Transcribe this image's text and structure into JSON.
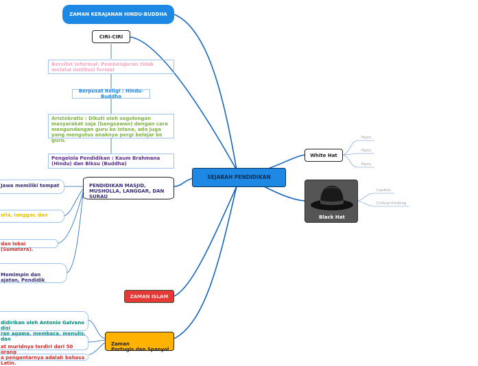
{
  "central": {
    "label": "SEJARAH PENDIDIKAN"
  },
  "nodes": {
    "hindu_buddha": "ZAMAN KERAJANAN HINDU-BUDDHA",
    "ciri_ciri": "CIRI-CIRI",
    "informal": "Bersifat Informal: Pembelajaran tidak melalui institusi formal",
    "religi": "Berpusat Religi : Hindu-Buddha",
    "aristokratis": "Aristokratis : Dikuti oleh segolongan masyarakat saja (bangsawan) dengan cara mengundangan guru ke istana, ada juga yang mengutus anaknya pergi belajar ke guru.",
    "pengelola": "Pengelola Pendidikan : Kaum Brahmana (Hindu) dan Biksu (Buddha)",
    "masjid": "PENDIDIKAN MASJID, MUSHOLLA, LANGGAR, DAN SURAU",
    "left_1": "Jawa memiliki tempat",
    "left_2": "olla, langgar, dan",
    "left_3": "dan lebai (Sumatera).",
    "left_4": "Memimpin dan\najatan, Pendidik",
    "zaman_islam": "ZAMAN ISLAM",
    "portugis": "Zaman\nPortugis dan Spanyol",
    "bottom_1": "didirikan oleh Antonio Galvano disi\nran agama, membaca, menulis, dan",
    "bottom_2": "at muridnya terdiri dari 50 orang\na pengantarnya adalah bahasa Latin."
  },
  "white_hat": {
    "label": "White Hat",
    "facts": [
      "Facts",
      "Facts",
      "Facts"
    ]
  },
  "black_hat": {
    "label": "Black Hat",
    "items": [
      "Caution",
      "Critical thinking"
    ],
    "icon": "black-hat-icon"
  },
  "colors": {
    "central_bg": "#1e88e5",
    "central_border": "#0b2f54",
    "line": "#1565c0",
    "informal_text": "#f7a8c0",
    "religi_text": "#1e88e5",
    "aristokratis_text": "#7cb342",
    "pengelola_text": "#5e2d91",
    "islam_bg": "#e53935",
    "portugis_bg": "#ffb300",
    "left2_text": "#e6c200",
    "red_text": "#d32f2f",
    "teal_text": "#00897b"
  }
}
